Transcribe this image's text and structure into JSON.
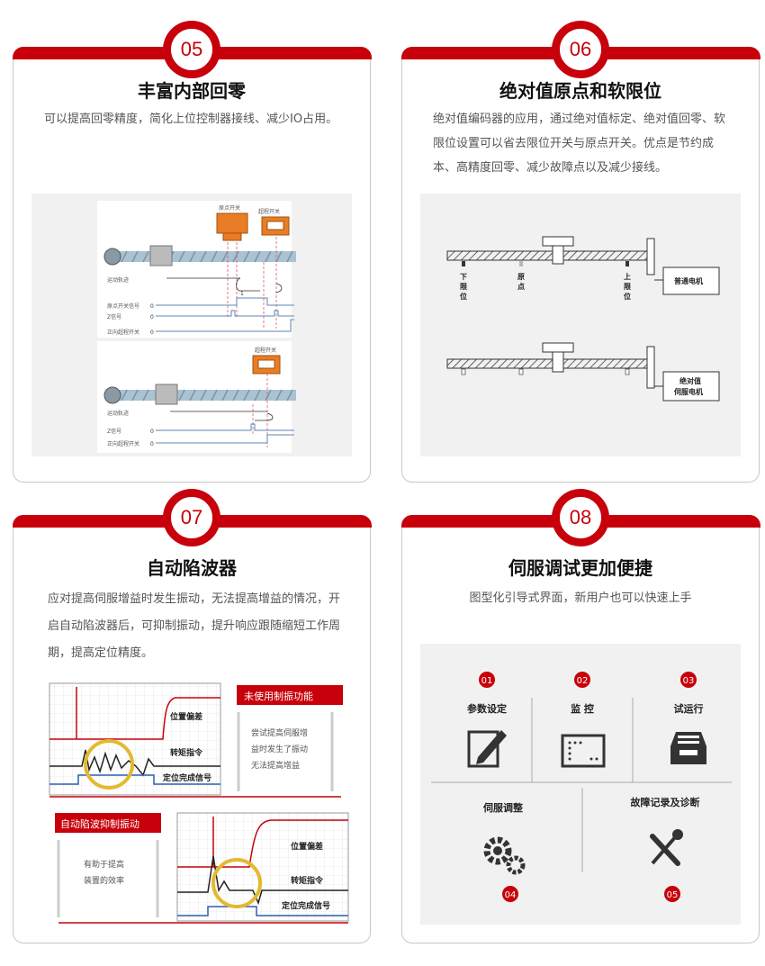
{
  "cards": [
    {
      "badge": "05",
      "title": "丰富内部回零",
      "desc": "可以提高回零精度，简化上位控制器接线、减少IO占用。",
      "diagram": {
        "origin_switch": "原点开关",
        "overtravel_switch": "超程开关",
        "track": "运动轨迹",
        "origin_signal": "原点开关信号",
        "z_signal": "Z信号",
        "fwd_overtravel": "正向超程开关",
        "zero": "0",
        "one": "1"
      }
    },
    {
      "badge": "06",
      "title": "绝对值原点和软限位",
      "desc": "绝对值编码器的应用，通过绝对值标定、绝对值回零、软限位设置可以省去限位开关与原点开关。优点是节约成本、高精度回零、减少故障点以及减少接线。",
      "diagram": {
        "lower": [
          "下",
          "限",
          "位"
        ],
        "origin": [
          "原",
          "点"
        ],
        "upper": [
          "上",
          "限",
          "位"
        ],
        "motor1": "普通电机",
        "motor2_line1": "绝对值",
        "motor2_line2": "伺服电机"
      }
    },
    {
      "badge": "07",
      "title": "自动陷波器",
      "desc": "应对提高伺服增益时发生振动，无法提高增益的情况，开启自动陷波器后，可抑制振动，提升响应跟随缩短工作周期，提高定位精度。",
      "diagram": {
        "tag_off": "未使用制振功能",
        "tag_on": "自动陷波抑制振动",
        "pos_dev": "位置偏差",
        "torque": "转矩指令",
        "done": "定位完成信号",
        "note_off": [
          "尝试提高伺服增",
          "益时发生了振动",
          "无法提高增益"
        ],
        "note_on": [
          "有助于提高",
          "装置的效率"
        ]
      }
    },
    {
      "badge": "08",
      "title": "伺服调试更加便捷",
      "desc": "图型化引导式界面，新用户也可以快速上手",
      "steps": [
        {
          "num": "01",
          "label": "参数设定"
        },
        {
          "num": "02",
          "label": "监 控"
        },
        {
          "num": "03",
          "label": "试运行"
        },
        {
          "num": "04",
          "label": "伺服调整"
        },
        {
          "num": "05",
          "label": "故障记录及诊断"
        }
      ]
    }
  ],
  "colors": {
    "accent": "#c7000b",
    "blue": "#2a5fb0"
  }
}
